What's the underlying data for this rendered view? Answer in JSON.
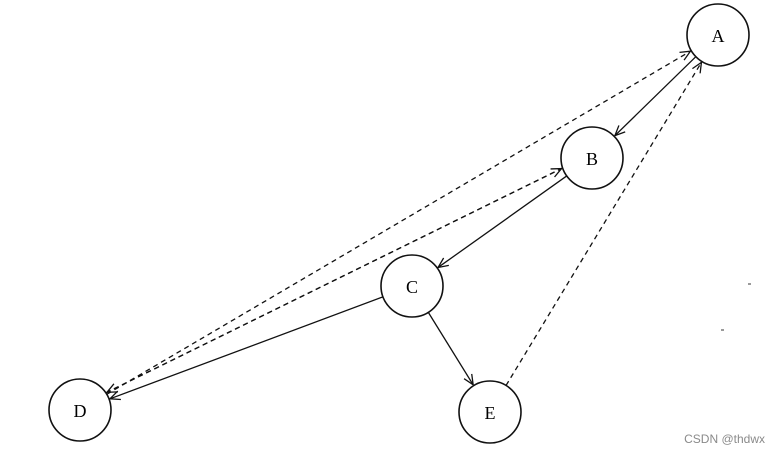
{
  "diagram": {
    "nodes": [
      {
        "id": "A",
        "label": "A"
      },
      {
        "id": "B",
        "label": "B"
      },
      {
        "id": "C",
        "label": "C"
      },
      {
        "id": "D",
        "label": "D"
      },
      {
        "id": "E",
        "label": "E"
      }
    ],
    "edges": [
      {
        "from": "A",
        "to": "B",
        "style": "solid"
      },
      {
        "from": "B",
        "to": "C",
        "style": "solid"
      },
      {
        "from": "C",
        "to": "D",
        "style": "solid"
      },
      {
        "from": "C",
        "to": "E",
        "style": "solid"
      },
      {
        "from": "D",
        "to": "A",
        "style": "dashed"
      },
      {
        "from": "D",
        "to": "B",
        "style": "dashed"
      },
      {
        "from": "B",
        "to": "D",
        "style": "dashed"
      },
      {
        "from": "E",
        "to": "A",
        "style": "dashed"
      }
    ]
  },
  "watermark": "CSDN @thdwx"
}
